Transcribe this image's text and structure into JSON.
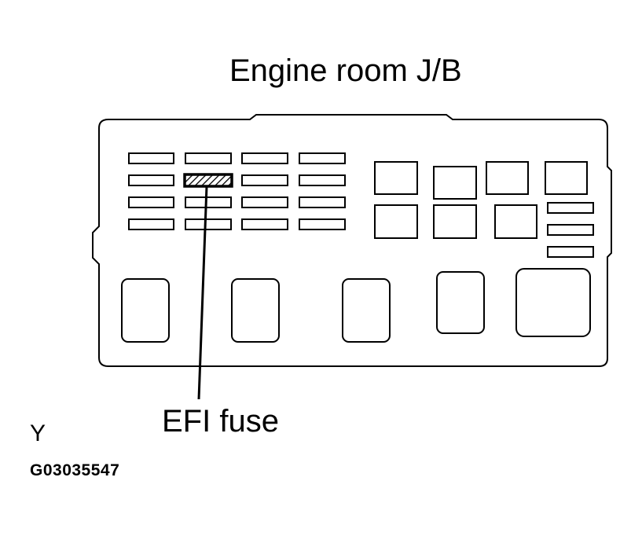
{
  "title": "Engine room J/B",
  "callout_label": "EFI fuse",
  "view_letter": "Y",
  "figure_id": "G03035547",
  "highlighted_fuse": "EFI fuse",
  "colors": {
    "line": "#000000",
    "background": "#ffffff"
  }
}
